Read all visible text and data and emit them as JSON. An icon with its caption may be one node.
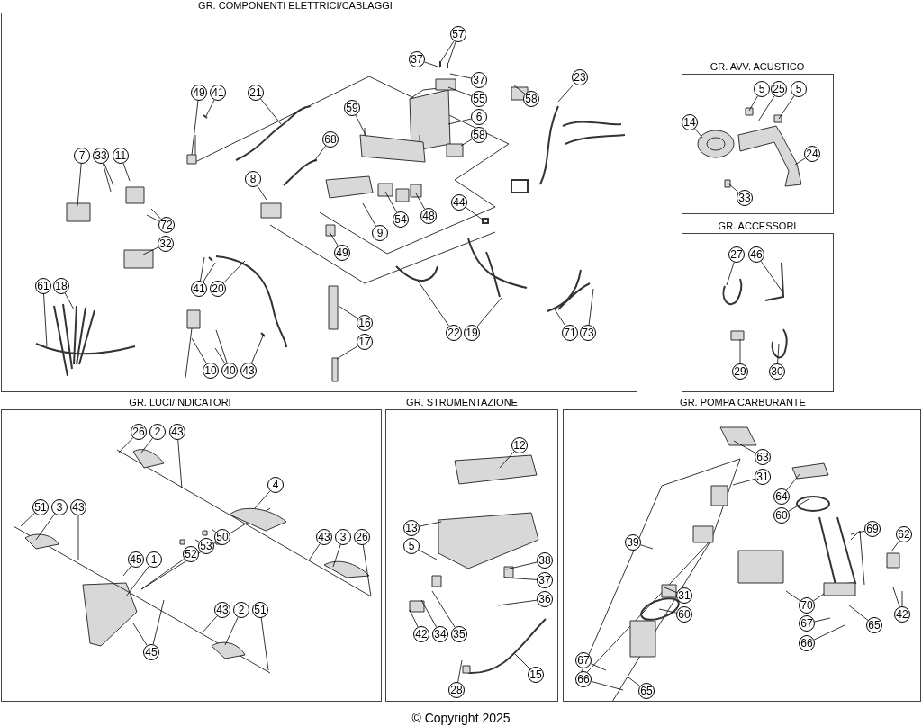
{
  "diagram": {
    "nodes": [
      {
        "text": [
          "GR. COMPONENTI ELETTRICI/CABLAGGI"
        ]
      },
      {
        "text": [
          "57"
        ],
        "in": 0
      },
      {
        "text": [
          "37"
        ],
        "in": 0
      },
      {
        "text": [
          "37"
        ],
        "in": 0
      },
      {
        "text": [
          "55"
        ],
        "in": 0
      },
      {
        "text": [
          "58"
        ],
        "in": 0
      },
      {
        "text": [
          "23"
        ],
        "in": 0
      },
      {
        "text": [
          "49"
        ],
        "in": 0
      },
      {
        "text": [
          "41"
        ],
        "in": 0
      },
      {
        "text": [
          "21"
        ],
        "in": 0
      },
      {
        "text": [
          "59"
        ],
        "in": 0
      },
      {
        "text": [
          "6"
        ],
        "in": 0
      },
      {
        "text": [
          "58"
        ],
        "in": 0
      },
      {
        "text": [
          "68"
        ],
        "in": 0
      },
      {
        "text": [
          "7"
        ],
        "in": 0
      },
      {
        "text": [
          "33"
        ],
        "in": 0
      },
      {
        "text": [
          "11"
        ],
        "in": 0
      },
      {
        "text": [
          "8"
        ],
        "in": 0
      },
      {
        "text": [
          "44"
        ],
        "in": 0
      },
      {
        "text": [
          "54"
        ],
        "in": 0
      },
      {
        "text": [
          "48"
        ],
        "in": 0
      },
      {
        "text": [
          "9"
        ],
        "in": 0
      },
      {
        "text": [
          "72"
        ],
        "in": 0
      },
      {
        "text": [
          "32"
        ],
        "in": 0
      },
      {
        "text": [
          "49"
        ],
        "in": 0
      },
      {
        "text": [
          "61"
        ],
        "in": 0
      },
      {
        "text": [
          "18"
        ],
        "in": 0
      },
      {
        "text": [
          "41"
        ],
        "in": 0
      },
      {
        "text": [
          "20"
        ],
        "in": 0
      },
      {
        "text": [
          "16"
        ],
        "in": 0
      },
      {
        "text": [
          "17"
        ],
        "in": 0
      },
      {
        "text": [
          "22"
        ],
        "in": 0
      },
      {
        "text": [
          "19"
        ],
        "in": 0
      },
      {
        "text": [
          "71"
        ],
        "in": 0
      },
      {
        "text": [
          "73"
        ],
        "in": 0
      },
      {
        "text": [
          "10"
        ],
        "in": 0
      },
      {
        "text": [
          "40"
        ],
        "in": 0
      },
      {
        "text": [
          "43"
        ],
        "in": 0
      },
      {
        "text": [
          "GR. AVV. ACUSTICO"
        ]
      },
      {
        "text": [
          "5"
        ],
        "in": 38
      },
      {
        "text": [
          "25"
        ],
        "in": 38
      },
      {
        "text": [
          "5"
        ],
        "in": 38
      },
      {
        "text": [
          "14"
        ],
        "in": 38
      },
      {
        "text": [
          "24"
        ],
        "in": 38
      },
      {
        "text": [
          "33"
        ],
        "in": 38
      },
      {
        "text": [
          "GR. ACCESSORI"
        ]
      },
      {
        "text": [
          "27"
        ],
        "in": 45
      },
      {
        "text": [
          "46"
        ],
        "in": 45
      },
      {
        "text": [
          "29"
        ],
        "in": 45
      },
      {
        "text": [
          "30"
        ],
        "in": 45
      },
      {
        "text": [
          "GR. LUCI/INDICATORI"
        ]
      },
      {
        "text": [
          "26"
        ],
        "in": 50
      },
      {
        "text": [
          "2"
        ],
        "in": 50
      },
      {
        "text": [
          "43"
        ],
        "in": 50
      },
      {
        "text": [
          "4"
        ],
        "in": 50
      },
      {
        "text": [
          "51"
        ],
        "in": 50
      },
      {
        "text": [
          "3"
        ],
        "in": 50
      },
      {
        "text": [
          "43"
        ],
        "in": 50
      },
      {
        "text": [
          "50"
        ],
        "in": 50
      },
      {
        "text": [
          "53"
        ],
        "in": 50
      },
      {
        "text": [
          "52"
        ],
        "in": 50
      },
      {
        "text": [
          "45"
        ],
        "in": 50
      },
      {
        "text": [
          "1"
        ],
        "in": 50
      },
      {
        "text": [
          "43"
        ],
        "in": 50
      },
      {
        "text": [
          "3"
        ],
        "in": 50
      },
      {
        "text": [
          "26"
        ],
        "in": 50
      },
      {
        "text": [
          "43"
        ],
        "in": 50
      },
      {
        "text": [
          "2"
        ],
        "in": 50
      },
      {
        "text": [
          "51"
        ],
        "in": 50
      },
      {
        "text": [
          "45"
        ],
        "in": 50
      },
      {
        "text": [
          "GR. STRUMENTAZIONE"
        ]
      },
      {
        "text": [
          "12"
        ],
        "in": 70
      },
      {
        "text": [
          "13"
        ],
        "in": 70
      },
      {
        "text": [
          "5"
        ],
        "in": 70
      },
      {
        "text": [
          "38"
        ],
        "in": 70
      },
      {
        "text": [
          "37"
        ],
        "in": 70
      },
      {
        "text": [
          "36"
        ],
        "in": 70
      },
      {
        "text": [
          "42"
        ],
        "in": 70
      },
      {
        "text": [
          "34"
        ],
        "in": 70
      },
      {
        "text": [
          "35"
        ],
        "in": 70
      },
      {
        "text": [
          "15"
        ],
        "in": 70
      },
      {
        "text": [
          "28"
        ],
        "in": 70
      },
      {
        "text": [
          "GR. POMPA CARBURANTE"
        ]
      },
      {
        "text": [
          "63"
        ],
        "in": 82
      },
      {
        "text": [
          "31"
        ],
        "in": 82
      },
      {
        "text": [
          "39"
        ],
        "in": 82
      },
      {
        "text": [
          "31"
        ],
        "in": 82
      },
      {
        "text": [
          "60"
        ],
        "in": 82
      },
      {
        "text": [
          "64"
        ],
        "in": 82
      },
      {
        "text": [
          "60"
        ],
        "in": 82
      },
      {
        "text": [
          "69"
        ],
        "in": 82
      },
      {
        "text": [
          "62"
        ],
        "in": 82
      },
      {
        "text": [
          "70"
        ],
        "in": 82
      },
      {
        "text": [
          "67"
        ],
        "in": 82
      },
      {
        "text": [
          "65"
        ],
        "in": 82
      },
      {
        "text": [
          "66"
        ],
        "in": 82
      },
      {
        "text": [
          "42"
        ],
        "in": 82
      },
      {
        "text": [
          "67"
        ],
        "in": 82
      },
      {
        "text": [
          "66"
        ],
        "in": 82
      },
      {
        "text": [
          "65"
        ],
        "in": 82
      }
    ],
    "edges": [
      {
        "from": 1,
        "to": null,
        "arrow": "none"
      },
      {
        "from": 1,
        "to": null,
        "arrow": "none"
      },
      {
        "from": 2,
        "to": null,
        "arrow": "none"
      },
      {
        "from": 3,
        "to": null,
        "arrow": "none"
      },
      {
        "from": 4,
        "to": null,
        "arrow": "none"
      },
      {
        "from": 5,
        "to": null,
        "arrow": "none"
      },
      {
        "from": 6,
        "to": null,
        "arrow": "none"
      },
      {
        "from": 7,
        "to": null,
        "arrow": "none"
      },
      {
        "from": 8,
        "to": null,
        "arrow": "none"
      },
      {
        "from": 9,
        "to": null,
        "arrow": "none"
      },
      {
        "from": 10,
        "to": null,
        "arrow": "none"
      },
      {
        "from": 11,
        "to": null,
        "arrow": "none"
      },
      {
        "from": 12,
        "to": null,
        "arrow": "none"
      },
      {
        "from": 13,
        "to": null,
        "arrow": "none"
      },
      {
        "from": 14,
        "to": null,
        "arrow": "none"
      },
      {
        "from": 15,
        "to": null,
        "arrow": "none"
      },
      {
        "from": 15,
        "to": null,
        "arrow": "none"
      },
      {
        "from": 16,
        "to": null,
        "arrow": "none"
      },
      {
        "from": 17,
        "to": null,
        "arrow": "none"
      },
      {
        "from": 18,
        "to": null,
        "arrow": "none"
      },
      {
        "from": 19,
        "to": null,
        "arrow": "none"
      },
      {
        "from": 20,
        "to": null,
        "arrow": "none"
      },
      {
        "from": 21,
        "to": null,
        "arrow": "none"
      },
      {
        "from": 22,
        "to": null,
        "arrow": "none"
      },
      {
        "from": 22,
        "to": null,
        "arrow": "none"
      },
      {
        "from": 23,
        "to": null,
        "arrow": "none"
      },
      {
        "from": 24,
        "to": null,
        "arrow": "none"
      },
      {
        "from": 25,
        "to": null,
        "arrow": "none"
      },
      {
        "from": 26,
        "to": null,
        "arrow": "none"
      },
      {
        "from": 27,
        "to": null,
        "arrow": "none"
      },
      {
        "from": 27,
        "to": null,
        "arrow": "none"
      },
      {
        "from": 28,
        "to": null,
        "arrow": "none"
      },
      {
        "from": 29,
        "to": null,
        "arrow": "none"
      },
      {
        "from": 30,
        "to": null,
        "arrow": "none"
      },
      {
        "from": 31,
        "to": null,
        "arrow": "none"
      },
      {
        "from": 32,
        "to": null,
        "arrow": "none"
      },
      {
        "from": 33,
        "to": null,
        "arrow": "none"
      },
      {
        "from": 34,
        "to": null,
        "arrow": "none"
      },
      {
        "from": 35,
        "to": null,
        "arrow": "none"
      },
      {
        "from": 36,
        "to": null,
        "arrow": "none"
      },
      {
        "from": 36,
        "to": null,
        "arrow": "none"
      },
      {
        "from": 37,
        "to": null,
        "arrow": "none"
      },
      {
        "from": 39,
        "to": null,
        "arrow": "none"
      },
      {
        "from": 40,
        "to": null,
        "arrow": "none"
      },
      {
        "from": 41,
        "to": null,
        "arrow": "none"
      },
      {
        "from": 42,
        "to": null,
        "arrow": "none"
      },
      {
        "from": 43,
        "to": null,
        "arrow": "none"
      },
      {
        "from": 44,
        "to": null,
        "arrow": "none"
      },
      {
        "from": 46,
        "to": null,
        "arrow": "none"
      },
      {
        "from": 47,
        "to": null,
        "arrow": "none"
      },
      {
        "from": 48,
        "to": null,
        "arrow": "none"
      },
      {
        "from": 49,
        "to": null,
        "arrow": "none"
      },
      {
        "from": 51,
        "to": null,
        "arrow": "none"
      },
      {
        "from": 52,
        "to": null,
        "arrow": "none"
      },
      {
        "from": 53,
        "to": null,
        "arrow": "none"
      },
      {
        "from": 54,
        "to": null,
        "arrow": "none"
      },
      {
        "from": 55,
        "to": null,
        "arrow": "none"
      },
      {
        "from": 56,
        "to": null,
        "arrow": "none"
      },
      {
        "from": 57,
        "to": null,
        "arrow": "none"
      },
      {
        "from": 58,
        "to": null,
        "arrow": "none"
      },
      {
        "from": 59,
        "to": null,
        "arrow": "none"
      },
      {
        "from": 60,
        "to": null,
        "arrow": "none"
      },
      {
        "from": 61,
        "to": null,
        "arrow": "none"
      },
      {
        "from": 62,
        "to": null,
        "arrow": "none"
      },
      {
        "from": 63,
        "to": null,
        "arrow": "none"
      },
      {
        "from": 64,
        "to": null,
        "arrow": "none"
      },
      {
        "from": 65,
        "to": null,
        "arrow": "none"
      },
      {
        "from": 66,
        "to": null,
        "arrow": "none"
      },
      {
        "from": 67,
        "to": null,
        "arrow": "none"
      },
      {
        "from": 68,
        "to": null,
        "arrow": "none"
      },
      {
        "from": 69,
        "to": null,
        "arrow": "none"
      },
      {
        "from": 69,
        "to": null,
        "arrow": "none"
      },
      {
        "from": 71,
        "to": null,
        "arrow": "none"
      },
      {
        "from": 72,
        "to": null,
        "arrow": "none"
      },
      {
        "from": 73,
        "to": null,
        "arrow": "none"
      },
      {
        "from": 74,
        "to": null,
        "arrow": "none"
      },
      {
        "from": 75,
        "to": null,
        "arrow": "none"
      },
      {
        "from": 76,
        "to": null,
        "arrow": "none"
      },
      {
        "from": 77,
        "to": null,
        "arrow": "none"
      },
      {
        "from": 78,
        "to": null,
        "arrow": "none"
      },
      {
        "from": 79,
        "to": null,
        "arrow": "none"
      },
      {
        "from": 80,
        "to": null,
        "arrow": "none"
      },
      {
        "from": 81,
        "to": null,
        "arrow": "none"
      },
      {
        "from": 83,
        "to": null,
        "arrow": "none"
      },
      {
        "from": 84,
        "to": null,
        "arrow": "none"
      },
      {
        "from": 85,
        "to": null,
        "arrow": "none"
      },
      {
        "from": 86,
        "to": null,
        "arrow": "none"
      },
      {
        "from": 87,
        "to": null,
        "arrow": "none"
      },
      {
        "from": 88,
        "to": null,
        "arrow": "none"
      },
      {
        "from": 89,
        "to": null,
        "arrow": "none"
      },
      {
        "from": 90,
        "to": null,
        "arrow": "none"
      },
      {
        "from": 91,
        "to": null,
        "arrow": "none"
      },
      {
        "from": 92,
        "to": null,
        "arrow": "none"
      },
      {
        "from": 92,
        "to": null,
        "arrow": "none"
      },
      {
        "from": 93,
        "to": null,
        "arrow": "none"
      },
      {
        "from": 94,
        "to": null,
        "arrow": "none"
      },
      {
        "from": 95,
        "to": null,
        "arrow": "none"
      },
      {
        "from": 96,
        "to": null,
        "arrow": "none"
      },
      {
        "from": 96,
        "to": null,
        "arrow": "none"
      },
      {
        "from": 97,
        "to": null,
        "arrow": "none"
      },
      {
        "from": 98,
        "to": null,
        "arrow": "none"
      },
      {
        "from": 99,
        "to": null,
        "arrow": "none"
      }
    ],
    "labels": [
      "© Copyright 2025"
    ]
  }
}
